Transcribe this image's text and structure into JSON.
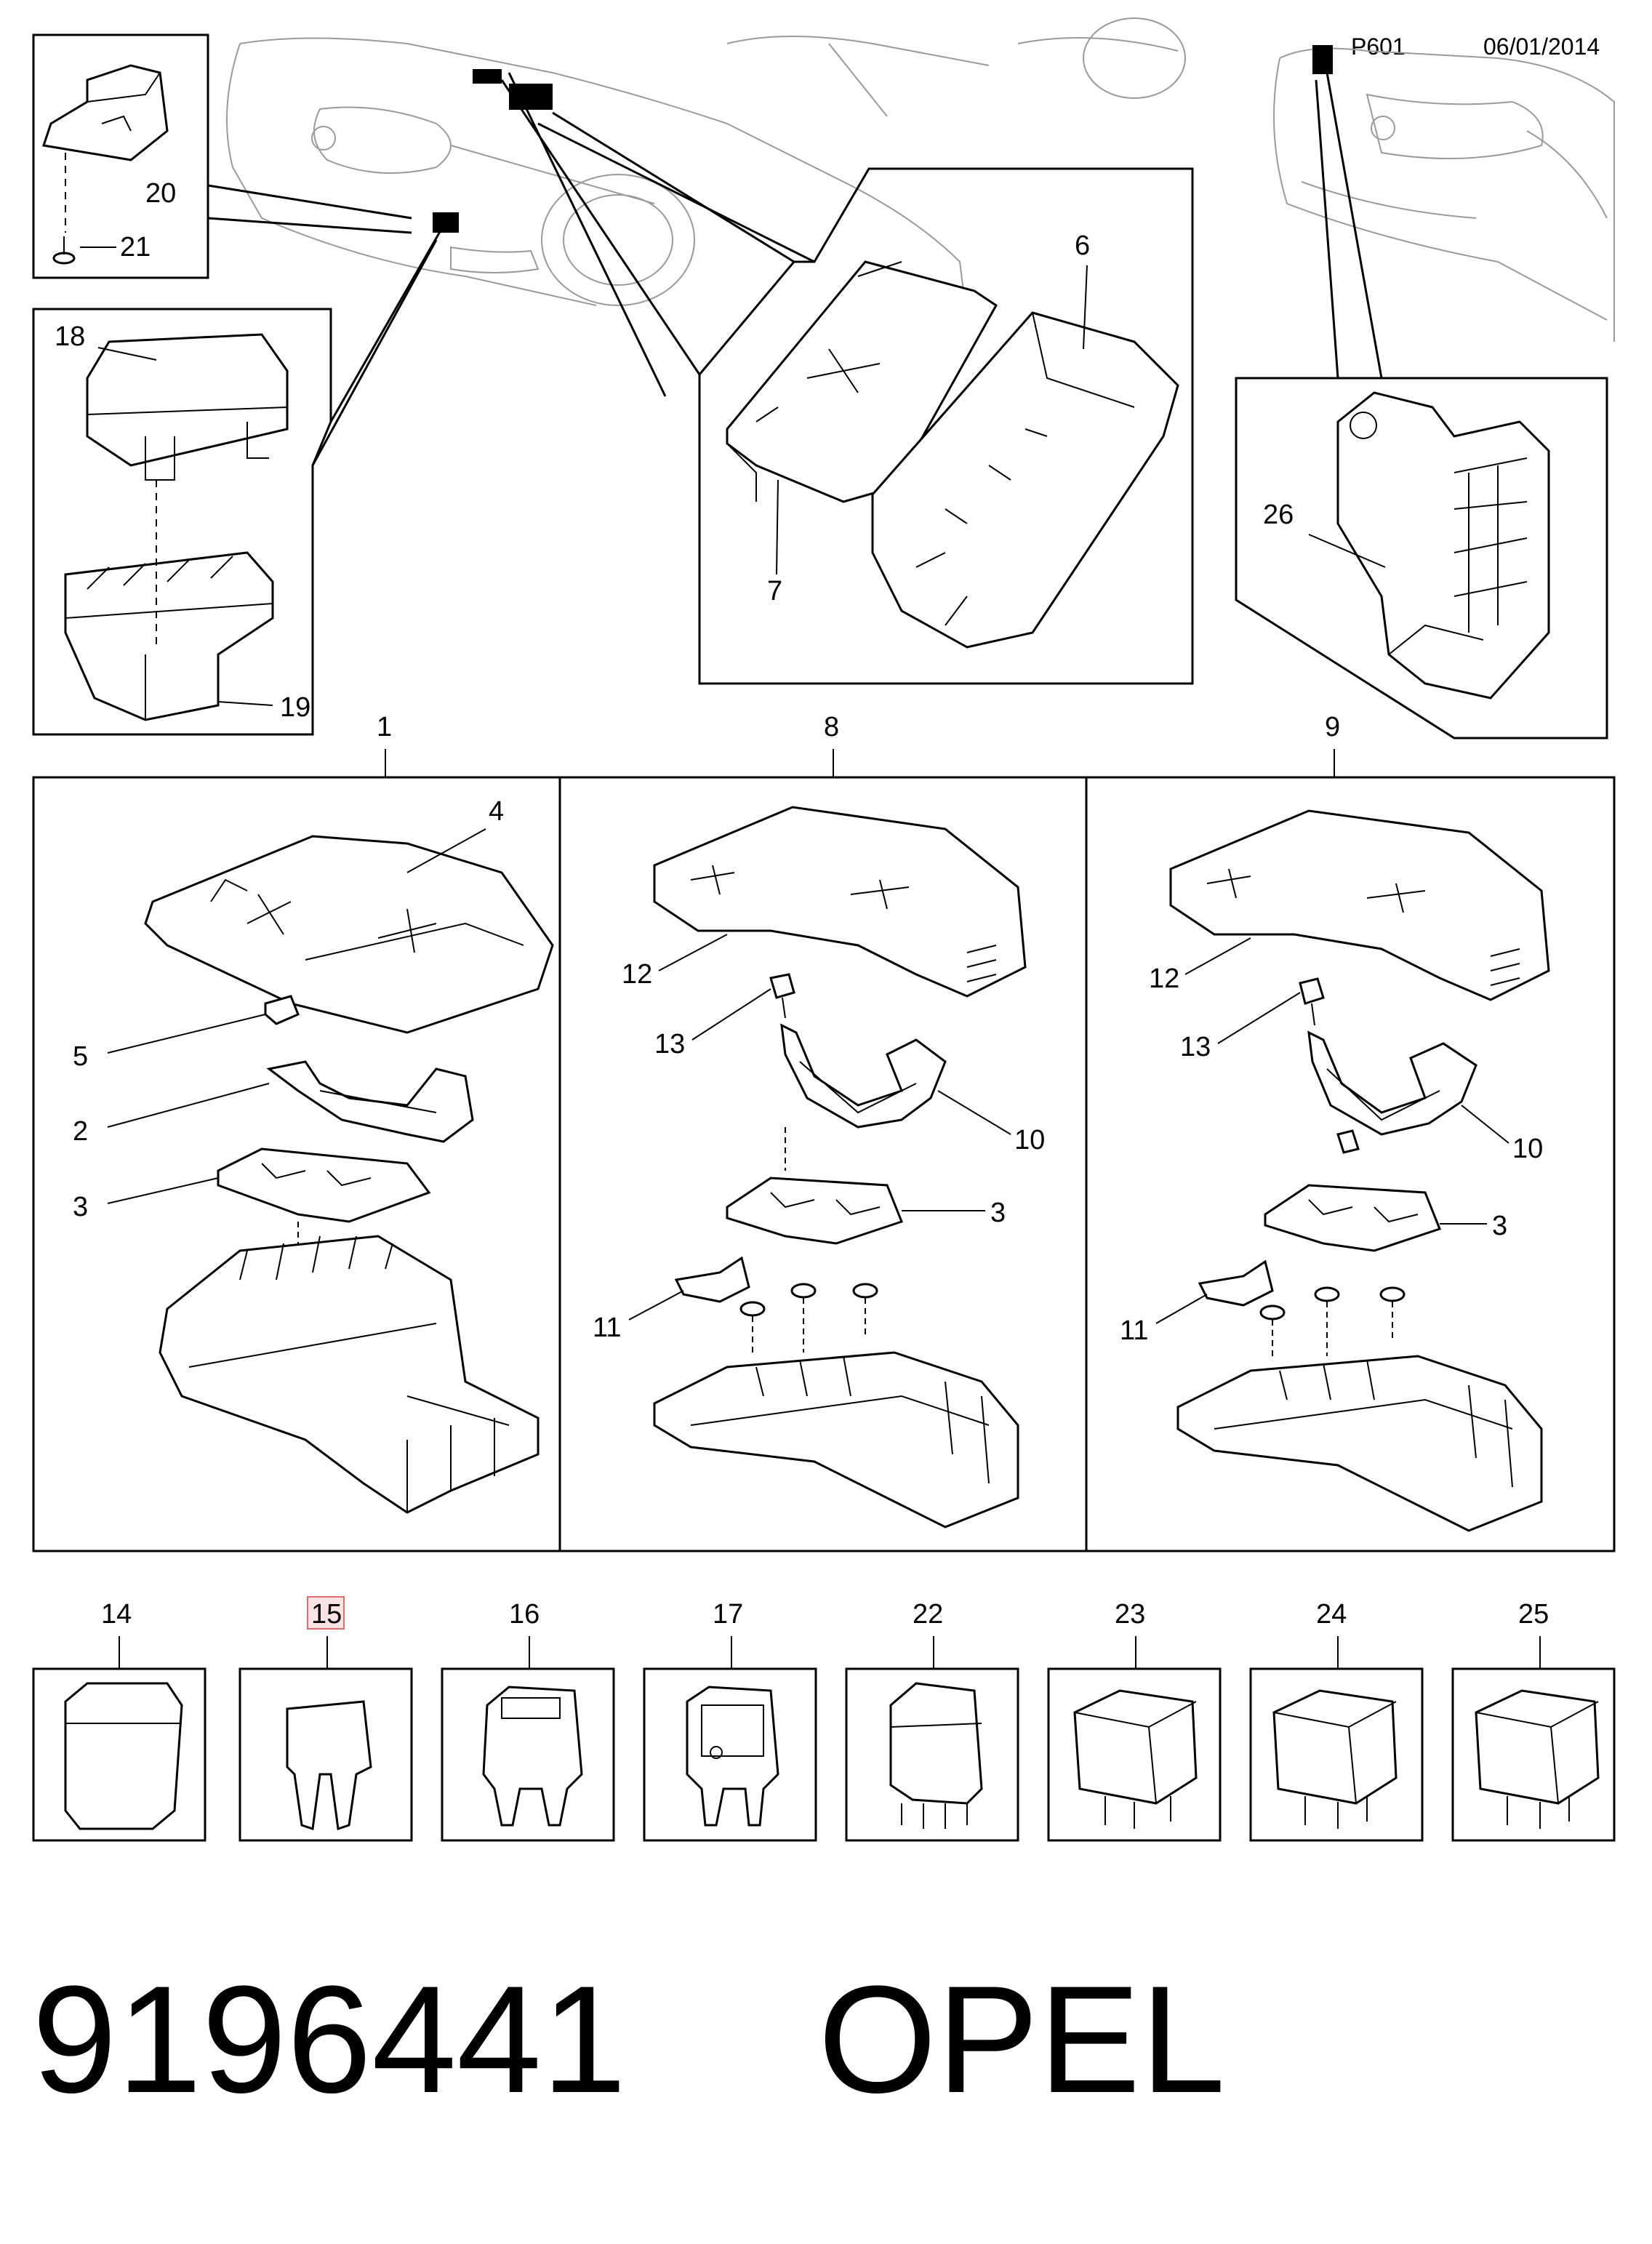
{
  "header": {
    "code": "P601",
    "date": "06/01/2014"
  },
  "title": {
    "part_number": "9196441",
    "brand": "OPEL"
  },
  "callouts": {
    "c1": "1",
    "c2": "2",
    "c3a": "3",
    "c3b": "3",
    "c3c": "3",
    "c4": "4",
    "c5": "5",
    "c6": "6",
    "c7": "7",
    "c8": "8",
    "c9": "9",
    "c10a": "10",
    "c10b": "10",
    "c11a": "11",
    "c11b": "11",
    "c12a": "12",
    "c12b": "12",
    "c13a": "13",
    "c13b": "13",
    "c18": "18",
    "c19": "19",
    "c20": "20",
    "c21": "21",
    "c26": "26"
  },
  "parts_row": [
    "14",
    "15",
    "16",
    "17",
    "22",
    "23",
    "24",
    "25"
  ],
  "highlighted_part": "15",
  "colors": {
    "line": "#000000",
    "highlight_fill": "#fbe3e3",
    "highlight_border": "#e06b6b"
  }
}
